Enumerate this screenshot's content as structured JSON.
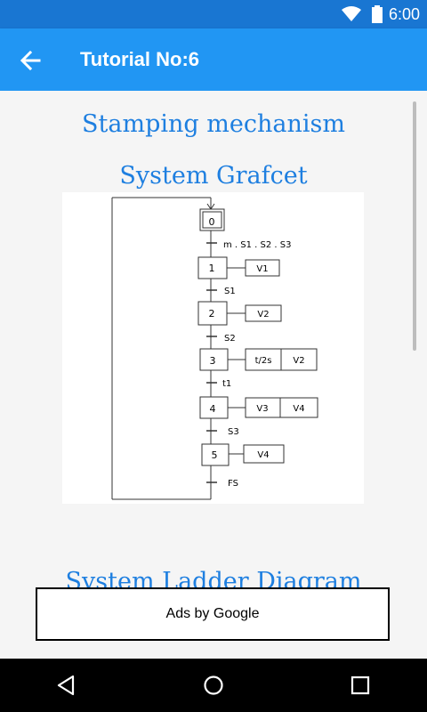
{
  "status_bar": {
    "time": "6:00",
    "icons": [
      "wifi-icon",
      "battery-icon"
    ]
  },
  "app_bar": {
    "title": "Tutorial No:6",
    "back_icon": "arrow-left-icon"
  },
  "content": {
    "heading_1": "Stamping mechanism",
    "heading_2": "System Grafcet",
    "heading_3": "System Ladder Diagram"
  },
  "grafcet": {
    "steps": [
      {
        "id": "0",
        "actions": []
      },
      {
        "id": "1",
        "actions": [
          "V1"
        ]
      },
      {
        "id": "2",
        "actions": [
          "V2"
        ]
      },
      {
        "id": "3",
        "actions": [
          "t/2s",
          "V2"
        ]
      },
      {
        "id": "4",
        "actions": [
          "V3",
          "V4"
        ]
      },
      {
        "id": "5",
        "actions": [
          "V4"
        ]
      }
    ],
    "transitions": [
      "m . S1 . S2 . S3",
      "S1",
      "S2",
      "t1",
      "S3",
      "FS"
    ]
  },
  "ad": {
    "label": "Ads by Google"
  },
  "colors": {
    "status_bar": "#1976d2",
    "app_bar": "#2196f3",
    "heading": "#1e7fe0"
  },
  "nav_bar": {
    "icons": [
      "back-triangle-icon",
      "home-circle-icon",
      "recents-square-icon"
    ]
  }
}
